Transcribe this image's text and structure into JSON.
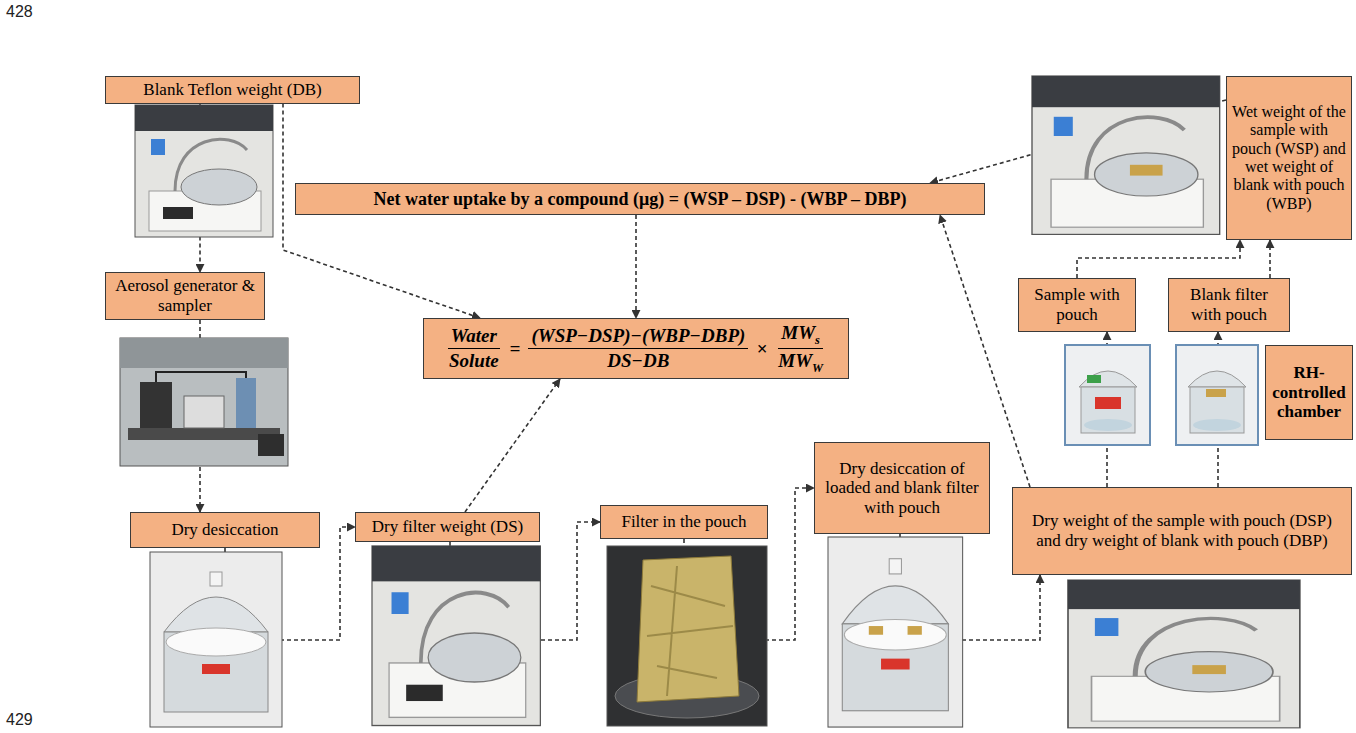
{
  "diagram": {
    "nodes": [
      {
        "text": [
          "Blank Teflon weight (DB)"
        ]
      },
      {
        "text": [
          "Net water uptake by a compound (μg) = (WSP – DSP) - (WBP – DBP)"
        ]
      },
      {
        "text": [
          "Water",
          "Solute",
          "=",
          "(WSP−DSP)−(WBP−DBP)",
          "DS−DB",
          "×",
          "MW",
          "s",
          "MW",
          "W"
        ]
      },
      {
        "text": [
          "Aerosol generator & sampler"
        ]
      },
      {
        "text": [
          "Dry desiccation"
        ]
      },
      {
        "text": [
          "Dry filter weight (DS)"
        ]
      },
      {
        "text": [
          "Filter in the pouch"
        ]
      },
      {
        "text": [
          "Dry desiccation of loaded and blank filter with pouch"
        ]
      },
      {
        "text": [
          "Sample with pouch"
        ]
      },
      {
        "text": [
          "Blank filter with pouch"
        ]
      },
      {
        "text": [
          "RH-controlled chamber"
        ]
      },
      {
        "text": [
          "Wet weight of the sample with pouch (WSP) and wet weight of blank with pouch (WBP)"
        ]
      },
      {
        "text": [
          "Dry weight of the sample with pouch (DSP) and dry weight of blank with pouch (DBP)"
        ]
      }
    ],
    "edges": [
      {
        "from": 0,
        "to": 3,
        "arrow": "to"
      },
      {
        "from": 3,
        "to": 4,
        "arrow": "to"
      },
      {
        "from": 4,
        "to": 5,
        "arrow": "to"
      },
      {
        "from": 5,
        "to": 6,
        "arrow": "to"
      },
      {
        "from": 6,
        "to": 7,
        "arrow": "to"
      },
      {
        "from": 7,
        "to": 12,
        "arrow": "to"
      },
      {
        "from": 12,
        "to": 8,
        "arrow": "to"
      },
      {
        "from": 12,
        "to": 9,
        "arrow": "to"
      },
      {
        "from": 8,
        "to": 11,
        "arrow": "to"
      },
      {
        "from": 9,
        "to": 11,
        "arrow": "to"
      },
      {
        "from": 11,
        "to": 1,
        "arrow": "to"
      },
      {
        "from": 12,
        "to": 1,
        "arrow": "to"
      },
      {
        "from": 0,
        "to": 2,
        "arrow": "to"
      },
      {
        "from": 1,
        "to": 2,
        "arrow": "to"
      },
      {
        "from": 5,
        "to": 2,
        "arrow": "to"
      }
    ],
    "labels": [
      "428",
      "429"
    ]
  }
}
